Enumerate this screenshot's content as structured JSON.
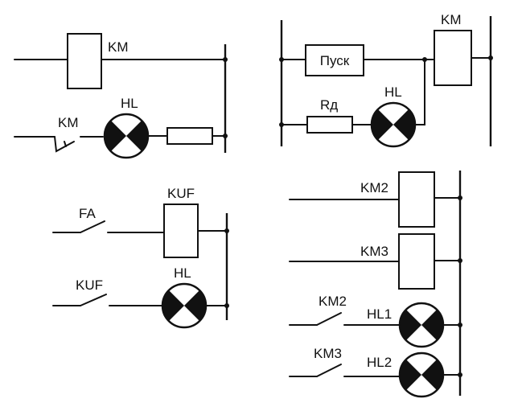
{
  "diagram_1": {
    "coil_label": "KM",
    "contact_label": "KM",
    "lamp_label": "HL"
  },
  "diagram_2": {
    "start_button_label": "Пуск",
    "coil_label": "KM",
    "resistor_label": "Rд",
    "lamp_label": "HL"
  },
  "diagram_3": {
    "contact_fa_label": "FA",
    "coil_label": "KUF",
    "contact_kuf_label": "KUF",
    "lamp_label": "HL"
  },
  "diagram_4": {
    "coil_km2_label": "KM2",
    "coil_km3_label": "KM3",
    "contact_km2_label": "KM2",
    "contact_km3_label": "KM3",
    "lamp_hl1_label": "HL1",
    "lamp_hl2_label": "HL2"
  }
}
